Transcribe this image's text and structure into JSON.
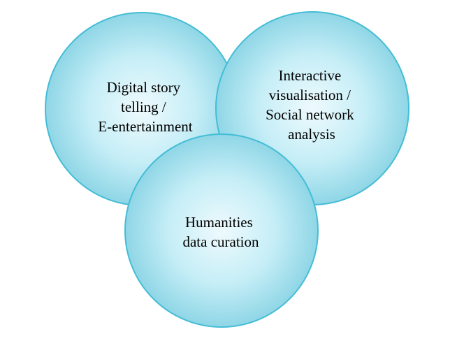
{
  "diagram": {
    "type": "venn",
    "circles": [
      {
        "id": "digital-story",
        "lines": [
          "Digital story",
          "telling /",
          "E-entertainment"
        ]
      },
      {
        "id": "interactive-vis",
        "lines": [
          "Interactive",
          "visualisation /",
          "Social network",
          "analysis"
        ]
      },
      {
        "id": "humanities-data",
        "lines": [
          "Humanities",
          "data curation"
        ]
      }
    ],
    "colors": {
      "fill_center": "#eefafd",
      "fill_mid": "#c6eef7",
      "fill_edge": "#8fd6e6",
      "stroke": "#44bdd6"
    }
  }
}
